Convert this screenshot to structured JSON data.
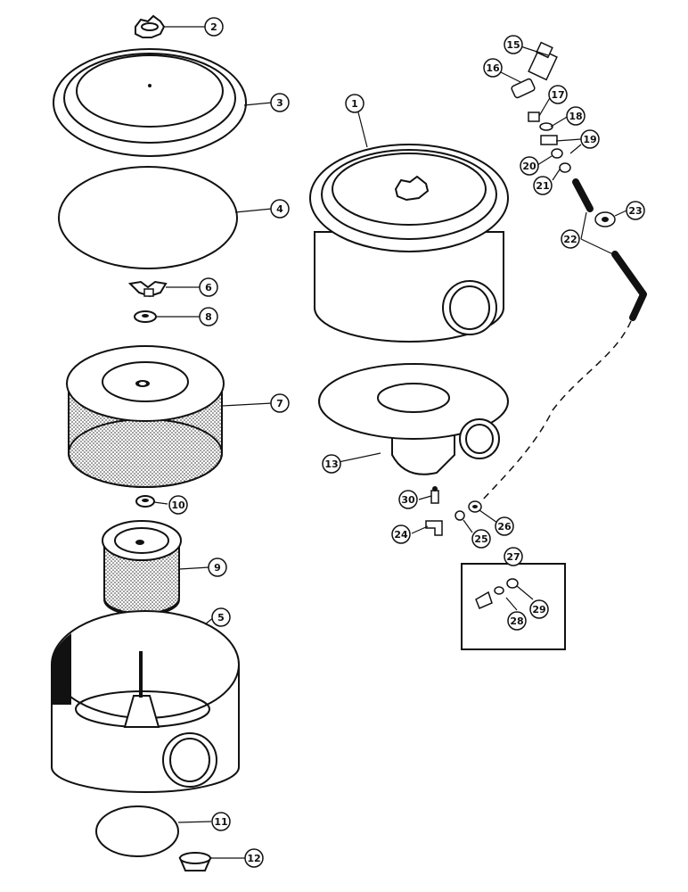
{
  "diagram": {
    "callouts": [
      {
        "id": "c1",
        "label": "1"
      },
      {
        "id": "c2",
        "label": "2"
      },
      {
        "id": "c3",
        "label": "3"
      },
      {
        "id": "c4",
        "label": "4"
      },
      {
        "id": "c5",
        "label": "5"
      },
      {
        "id": "c6",
        "label": "6"
      },
      {
        "id": "c7",
        "label": "7"
      },
      {
        "id": "c8",
        "label": "8"
      },
      {
        "id": "c9",
        "label": "9"
      },
      {
        "id": "c10",
        "label": "10"
      },
      {
        "id": "c11",
        "label": "11"
      },
      {
        "id": "c12",
        "label": "12"
      },
      {
        "id": "c13",
        "label": "13"
      },
      {
        "id": "c15",
        "label": "15"
      },
      {
        "id": "c16",
        "label": "16"
      },
      {
        "id": "c17",
        "label": "17"
      },
      {
        "id": "c18",
        "label": "18"
      },
      {
        "id": "c19",
        "label": "19"
      },
      {
        "id": "c20",
        "label": "20"
      },
      {
        "id": "c21",
        "label": "21"
      },
      {
        "id": "c22",
        "label": "22"
      },
      {
        "id": "c23",
        "label": "23"
      },
      {
        "id": "c24",
        "label": "24"
      },
      {
        "id": "c25",
        "label": "25"
      },
      {
        "id": "c26",
        "label": "26"
      },
      {
        "id": "c27",
        "label": "27"
      },
      {
        "id": "c28",
        "label": "28"
      },
      {
        "id": "c29",
        "label": "29"
      },
      {
        "id": "c30",
        "label": "30"
      }
    ]
  }
}
